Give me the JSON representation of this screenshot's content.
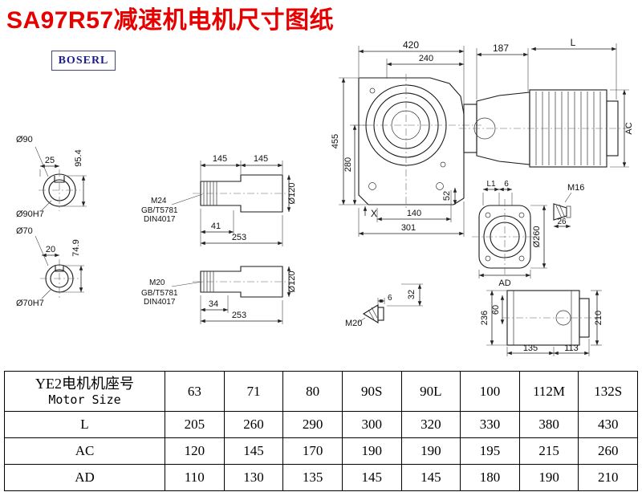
{
  "page": {
    "title": "SA97R57减速机电机尺寸图纸",
    "logo": "BOSERL"
  },
  "colors": {
    "title_red": "#e60000",
    "logo_blue": "#1b1b8e"
  },
  "drawing": {
    "dims": {
      "w420": "420",
      "w240": "240",
      "w187": "187",
      "len_L": "L",
      "ac": "AC",
      "h455": "455",
      "h280": "280",
      "h52": "52",
      "x_mark": "X",
      "w140": "140",
      "w301": "301",
      "d90": "Ø90",
      "h95_4": "95.4",
      "w25": "25",
      "d90h7": "Ø90H7",
      "d70": "Ø70",
      "h74_9": "74.9",
      "w20": "20",
      "d70h7": "Ø70H7",
      "w145a": "145",
      "w145b": "145",
      "d120a": "Ø120",
      "m24": "M24",
      "gb_a": "GB/T5781",
      "din_a": "DIN4017",
      "w41": "41",
      "w253a": "253",
      "m20a": "M20",
      "gb_b": "GB/T5781",
      "din_b": "DIN4017",
      "w34": "34",
      "w253b": "253",
      "d120b": "Ø120",
      "l1": "L1",
      "n6a": "6",
      "m16": "M16",
      "n26": "26",
      "d260": "Ø260",
      "ad": "AD",
      "n6b": "6",
      "n32": "32",
      "m20b": "M20",
      "h236": "236",
      "h60": "60",
      "w135": "135",
      "w113": "113",
      "h210": "210"
    }
  },
  "table": {
    "header": {
      "line1": "YE2电机机座号",
      "line2": "Motor Size"
    },
    "sizes": [
      "63",
      "71",
      "80",
      "90S",
      "90L",
      "100",
      "112M",
      "132S"
    ],
    "rows": [
      {
        "label": "L",
        "values": [
          "205",
          "260",
          "290",
          "300",
          "320",
          "330",
          "380",
          "430"
        ]
      },
      {
        "label": "AC",
        "values": [
          "120",
          "145",
          "170",
          "190",
          "190",
          "195",
          "215",
          "260"
        ]
      },
      {
        "label": "AD",
        "values": [
          "110",
          "130",
          "135",
          "145",
          "145",
          "180",
          "190",
          "210"
        ]
      }
    ]
  }
}
